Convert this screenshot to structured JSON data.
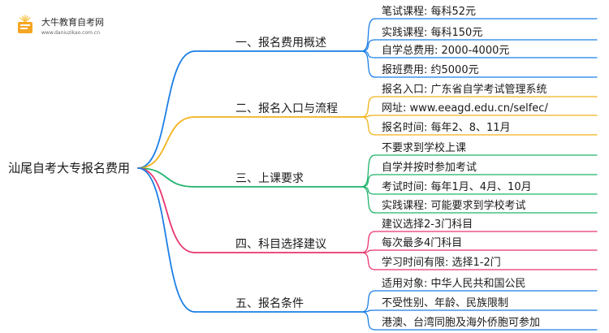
{
  "logo": {
    "name": "大牛教育自考网",
    "url": "www.daniuzikao.com.cn",
    "colors": {
      "book": "#f5a623",
      "rays": "#f7c34a"
    }
  },
  "root": {
    "label": "汕尾自考大专报名费用"
  },
  "branches": [
    {
      "label": "一、报名费用概述",
      "color": "#1a7fe6",
      "leaves": [
        "笔试课程: 每科52元",
        "实践课程: 每科150元",
        "自学总费用: 2000-4000元",
        "报班费用: 约5000元"
      ]
    },
    {
      "label": "二、报名入口与流程",
      "color": "#f2b21b",
      "leaves": [
        "报名入口: 广东省自学考试管理系统",
        "网址: www.eeagd.edu.cn/selfec/",
        "报名时间: 每年2、8、11月"
      ]
    },
    {
      "label": "三、上课要求",
      "color": "#1fb36b",
      "leaves": [
        "不要求到学校上课",
        "自学并按时参加考试",
        "考试时间: 每年1月、4月、10月",
        "实践课程: 可能要求到学校考试"
      ]
    },
    {
      "label": "四、科目选择建议",
      "color": "#e8356d",
      "leaves": [
        "建议选择2-3门科目",
        "每次最多4门科目",
        "学习时间有限: 选择1-2门"
      ]
    },
    {
      "label": "五、报名条件",
      "color": "#1a7fe6",
      "leaves": [
        "适用对象: 中华人民共和国公民",
        "不受性别、年龄、民族限制",
        "港澳、台湾同胞及海外侨胞可参加"
      ]
    }
  ]
}
